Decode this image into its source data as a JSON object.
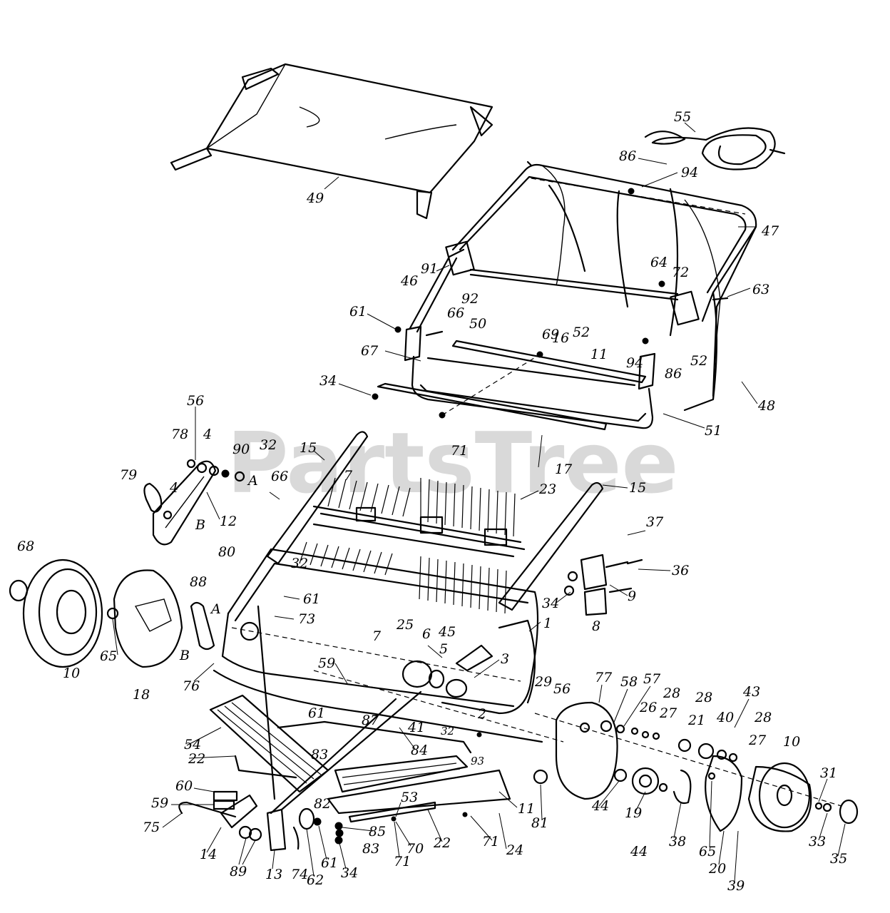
{
  "watermark": "PartsTree",
  "callouts": [
    {
      "id": "c55",
      "text": "55"
    },
    {
      "id": "c86a",
      "text": "86"
    },
    {
      "id": "c94a",
      "text": "94"
    },
    {
      "id": "c49",
      "text": "49"
    },
    {
      "id": "c47",
      "text": "47"
    },
    {
      "id": "c91",
      "text": "91"
    },
    {
      "id": "c46",
      "text": "46"
    },
    {
      "id": "c64",
      "text": "64"
    },
    {
      "id": "c72",
      "text": "72"
    },
    {
      "id": "c63",
      "text": "63"
    },
    {
      "id": "c92",
      "text": "92"
    },
    {
      "id": "c61a",
      "text": "61"
    },
    {
      "id": "c66a",
      "text": "66"
    },
    {
      "id": "c50",
      "text": "50"
    },
    {
      "id": "c16",
      "text": "16"
    },
    {
      "id": "c52a",
      "text": "52"
    },
    {
      "id": "c69",
      "text": "69"
    },
    {
      "id": "c94b",
      "text": "94"
    },
    {
      "id": "c52b",
      "text": "52"
    },
    {
      "id": "c67",
      "text": "67"
    },
    {
      "id": "c11a",
      "text": "11"
    },
    {
      "id": "c86b",
      "text": "86"
    },
    {
      "id": "c48",
      "text": "48"
    },
    {
      "id": "c34a",
      "text": "34"
    },
    {
      "id": "c51",
      "text": "51"
    },
    {
      "id": "c56a",
      "text": "56"
    },
    {
      "id": "c71a",
      "text": "71"
    },
    {
      "id": "c17",
      "text": "17"
    },
    {
      "id": "c78",
      "text": "78"
    },
    {
      "id": "c4a",
      "text": "4"
    },
    {
      "id": "c90",
      "text": "90"
    },
    {
      "id": "c32a",
      "text": "32"
    },
    {
      "id": "cA1",
      "text": "A"
    },
    {
      "id": "c15a",
      "text": "15"
    },
    {
      "id": "c79",
      "text": "79"
    },
    {
      "id": "c4b",
      "text": "4"
    },
    {
      "id": "cB1",
      "text": "B"
    },
    {
      "id": "c12",
      "text": "12"
    },
    {
      "id": "c66b",
      "text": "66"
    },
    {
      "id": "c7a",
      "text": "7"
    },
    {
      "id": "c23",
      "text": "23"
    },
    {
      "id": "c15b",
      "text": "15"
    },
    {
      "id": "c68",
      "text": "68"
    },
    {
      "id": "c37",
      "text": "37"
    },
    {
      "id": "c80",
      "text": "80"
    },
    {
      "id": "c32b",
      "text": "32"
    },
    {
      "id": "c36",
      "text": "36"
    },
    {
      "id": "c88",
      "text": "88"
    },
    {
      "id": "c61b",
      "text": "61"
    },
    {
      "id": "c34b",
      "text": "34"
    },
    {
      "id": "c9",
      "text": "9"
    },
    {
      "id": "cA2",
      "text": "A"
    },
    {
      "id": "c73",
      "text": "73"
    },
    {
      "id": "c8",
      "text": "8"
    },
    {
      "id": "c1",
      "text": "1"
    },
    {
      "id": "c25",
      "text": "25"
    },
    {
      "id": "c6",
      "text": "6"
    },
    {
      "id": "c45",
      "text": "45"
    },
    {
      "id": "c5",
      "text": "5"
    },
    {
      "id": "c3",
      "text": "3"
    },
    {
      "id": "c65a",
      "text": "65"
    },
    {
      "id": "cB2",
      "text": "B"
    },
    {
      "id": "c7b",
      "text": "7"
    },
    {
      "id": "c10a",
      "text": "10"
    },
    {
      "id": "c18",
      "text": "18"
    },
    {
      "id": "c76",
      "text": "76"
    },
    {
      "id": "c59a",
      "text": "59"
    },
    {
      "id": "c29",
      "text": "29"
    },
    {
      "id": "c56b",
      "text": "56"
    },
    {
      "id": "c77",
      "text": "77"
    },
    {
      "id": "c58",
      "text": "58"
    },
    {
      "id": "c57",
      "text": "57"
    },
    {
      "id": "c28a",
      "text": "28"
    },
    {
      "id": "c28b",
      "text": "28"
    },
    {
      "id": "c43",
      "text": "43"
    },
    {
      "id": "c26",
      "text": "26"
    },
    {
      "id": "c27a",
      "text": "27"
    },
    {
      "id": "c21",
      "text": "21"
    },
    {
      "id": "c40",
      "text": "40"
    },
    {
      "id": "c28c",
      "text": "28"
    },
    {
      "id": "c27b",
      "text": "27"
    },
    {
      "id": "c10b",
      "text": "10"
    },
    {
      "id": "c2",
      "text": "2"
    },
    {
      "id": "c61c",
      "text": "61"
    },
    {
      "id": "c87",
      "text": "87"
    },
    {
      "id": "c41",
      "text": "41"
    },
    {
      "id": "c32c",
      "text": "32"
    },
    {
      "id": "c54",
      "text": "54"
    },
    {
      "id": "c84",
      "text": "84"
    },
    {
      "id": "c22a",
      "text": "22"
    },
    {
      "id": "c83a",
      "text": "83"
    },
    {
      "id": "c93",
      "text": "93"
    },
    {
      "id": "c81",
      "text": "81"
    },
    {
      "id": "c44a",
      "text": "44"
    },
    {
      "id": "c31",
      "text": "31"
    },
    {
      "id": "c82",
      "text": "82"
    },
    {
      "id": "c53",
      "text": "53"
    },
    {
      "id": "c11b",
      "text": "11"
    },
    {
      "id": "c60",
      "text": "60"
    },
    {
      "id": "c59b",
      "text": "59"
    },
    {
      "id": "c75",
      "text": "75"
    },
    {
      "id": "c85",
      "text": "85"
    },
    {
      "id": "c83b",
      "text": "83"
    },
    {
      "id": "c19",
      "text": "19"
    },
    {
      "id": "c44b",
      "text": "44"
    },
    {
      "id": "c38",
      "text": "38"
    },
    {
      "id": "c65b",
      "text": "65"
    },
    {
      "id": "c33",
      "text": "33"
    },
    {
      "id": "c35",
      "text": "35"
    },
    {
      "id": "c14",
      "text": "14"
    },
    {
      "id": "c89",
      "text": "89"
    },
    {
      "id": "c13",
      "text": "13"
    },
    {
      "id": "c74",
      "text": "74"
    },
    {
      "id": "c62",
      "text": "62"
    },
    {
      "id": "c61d",
      "text": "61"
    },
    {
      "id": "c34c",
      "text": "34"
    },
    {
      "id": "c71b",
      "text": "71"
    },
    {
      "id": "c70",
      "text": "70"
    },
    {
      "id": "c22b",
      "text": "22"
    },
    {
      "id": "c71c",
      "text": "71"
    },
    {
      "id": "c24",
      "text": "24"
    },
    {
      "id": "c20",
      "text": "20"
    },
    {
      "id": "c39",
      "text": "39"
    }
  ]
}
